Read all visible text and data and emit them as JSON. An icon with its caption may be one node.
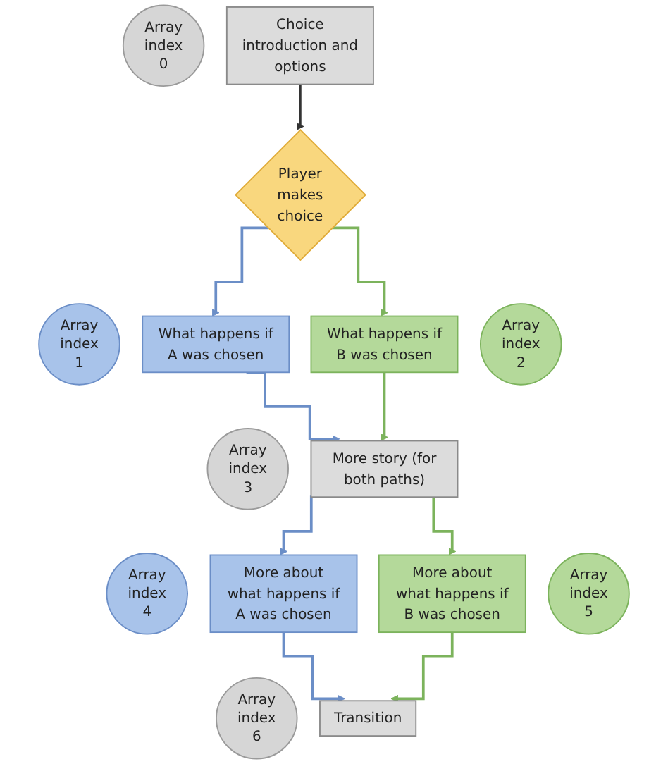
{
  "diagram": {
    "nodes": [
      {
        "text": [
          "Array index 0"
        ]
      },
      {
        "text": [
          "Choice introduction and options"
        ]
      },
      {
        "text": [
          "Player makes choice"
        ]
      },
      {
        "text": [
          "Array index 1"
        ]
      },
      {
        "text": [
          "What happens if A was chosen"
        ]
      },
      {
        "text": [
          "What happens if B was chosen"
        ]
      },
      {
        "text": [
          "Array index 2"
        ]
      },
      {
        "text": [
          "Array index 3"
        ]
      },
      {
        "text": [
          "More story (for both paths)"
        ]
      },
      {
        "text": [
          "Array index 4"
        ]
      },
      {
        "text": [
          "More about what happens if A was chosen"
        ]
      },
      {
        "text": [
          "More about what happens if B was chosen"
        ]
      },
      {
        "text": [
          "Array index 5"
        ]
      },
      {
        "text": [
          "Array index 6"
        ]
      },
      {
        "text": [
          "Transition"
        ]
      }
    ],
    "edges": [
      {
        "from": 1,
        "to": 2,
        "arrow": "to",
        "color": "#333333"
      },
      {
        "from": 2,
        "to": 4,
        "arrow": "to",
        "color": "#6b8ec7"
      },
      {
        "from": 2,
        "to": 5,
        "arrow": "to",
        "color": "#7cb35c"
      },
      {
        "from": 4,
        "to": 8,
        "arrow": "to",
        "color": "#6b8ec7"
      },
      {
        "from": 5,
        "to": 8,
        "arrow": "to",
        "color": "#7cb35c"
      },
      {
        "from": 8,
        "to": 10,
        "arrow": "to",
        "color": "#6b8ec7"
      },
      {
        "from": 8,
        "to": 11,
        "arrow": "to",
        "color": "#7cb35c"
      },
      {
        "from": 10,
        "to": 14,
        "arrow": "to",
        "color": "#6b8ec7"
      },
      {
        "from": 11,
        "to": 14,
        "arrow": "to",
        "color": "#7cb35c"
      }
    ]
  }
}
